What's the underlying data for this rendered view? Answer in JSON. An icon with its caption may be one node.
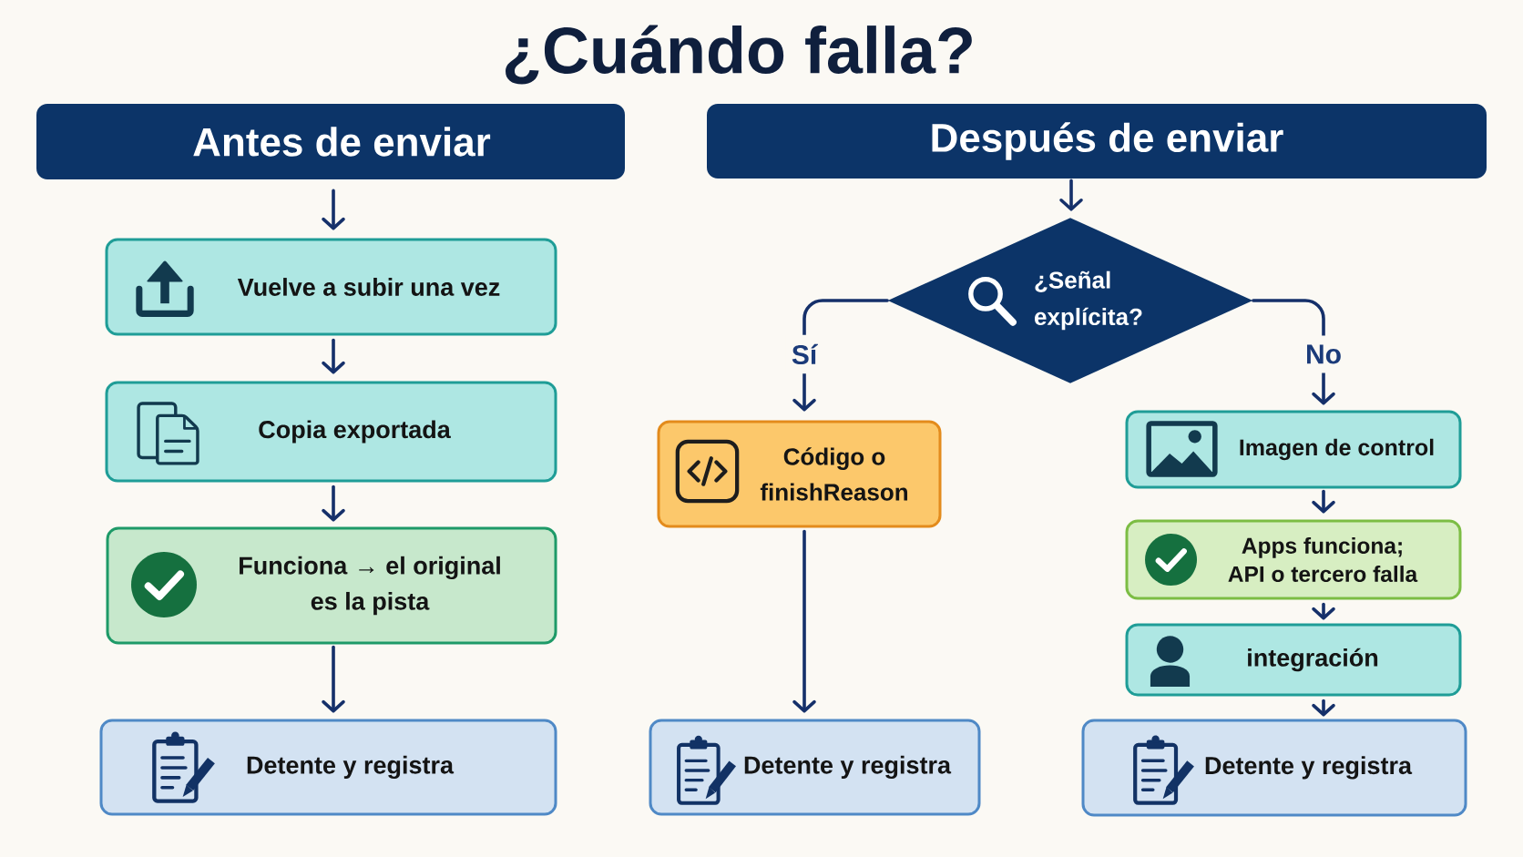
{
  "diagram": {
    "title": "¿Cuándo falla?",
    "nodes": [
      {
        "text": [
          "Antes de enviar"
        ]
      },
      {
        "text": [
          "Vuelve a subir una vez"
        ]
      },
      {
        "text": [
          "Copia exportada"
        ]
      },
      {
        "text": [
          "Funciona → el original es la pista"
        ]
      },
      {
        "text": [
          "Detente y registra"
        ]
      },
      {
        "text": [
          "Después de enviar"
        ]
      },
      {
        "text": [
          "¿Señal explícita?"
        ]
      },
      {
        "text": [
          "Código o finishReason"
        ]
      },
      {
        "text": [
          "Detente y registra"
        ]
      },
      {
        "text": [
          "Imagen de control"
        ]
      },
      {
        "text": [
          "Apps funciona; API o tercero falla"
        ]
      },
      {
        "text": [
          "integración"
        ]
      },
      {
        "text": [
          "Detente y registra"
        ]
      }
    ],
    "edges": [
      {
        "from": 0,
        "to": 1,
        "arrow": "to"
      },
      {
        "from": 1,
        "to": 2,
        "arrow": "to"
      },
      {
        "from": 2,
        "to": 3,
        "arrow": "to"
      },
      {
        "from": 3,
        "to": 4,
        "arrow": "to"
      },
      {
        "from": 5,
        "to": 6,
        "arrow": "to"
      },
      {
        "from": 6,
        "to": 7,
        "arrow": "to",
        "label": "Sí"
      },
      {
        "from": 6,
        "to": 9,
        "arrow": "to",
        "label": "No"
      },
      {
        "from": 7,
        "to": 8,
        "arrow": "to"
      },
      {
        "from": 9,
        "to": 10,
        "arrow": "to"
      },
      {
        "from": 10,
        "to": 11,
        "arrow": "to"
      },
      {
        "from": 11,
        "to": 12,
        "arrow": "to"
      }
    ]
  }
}
